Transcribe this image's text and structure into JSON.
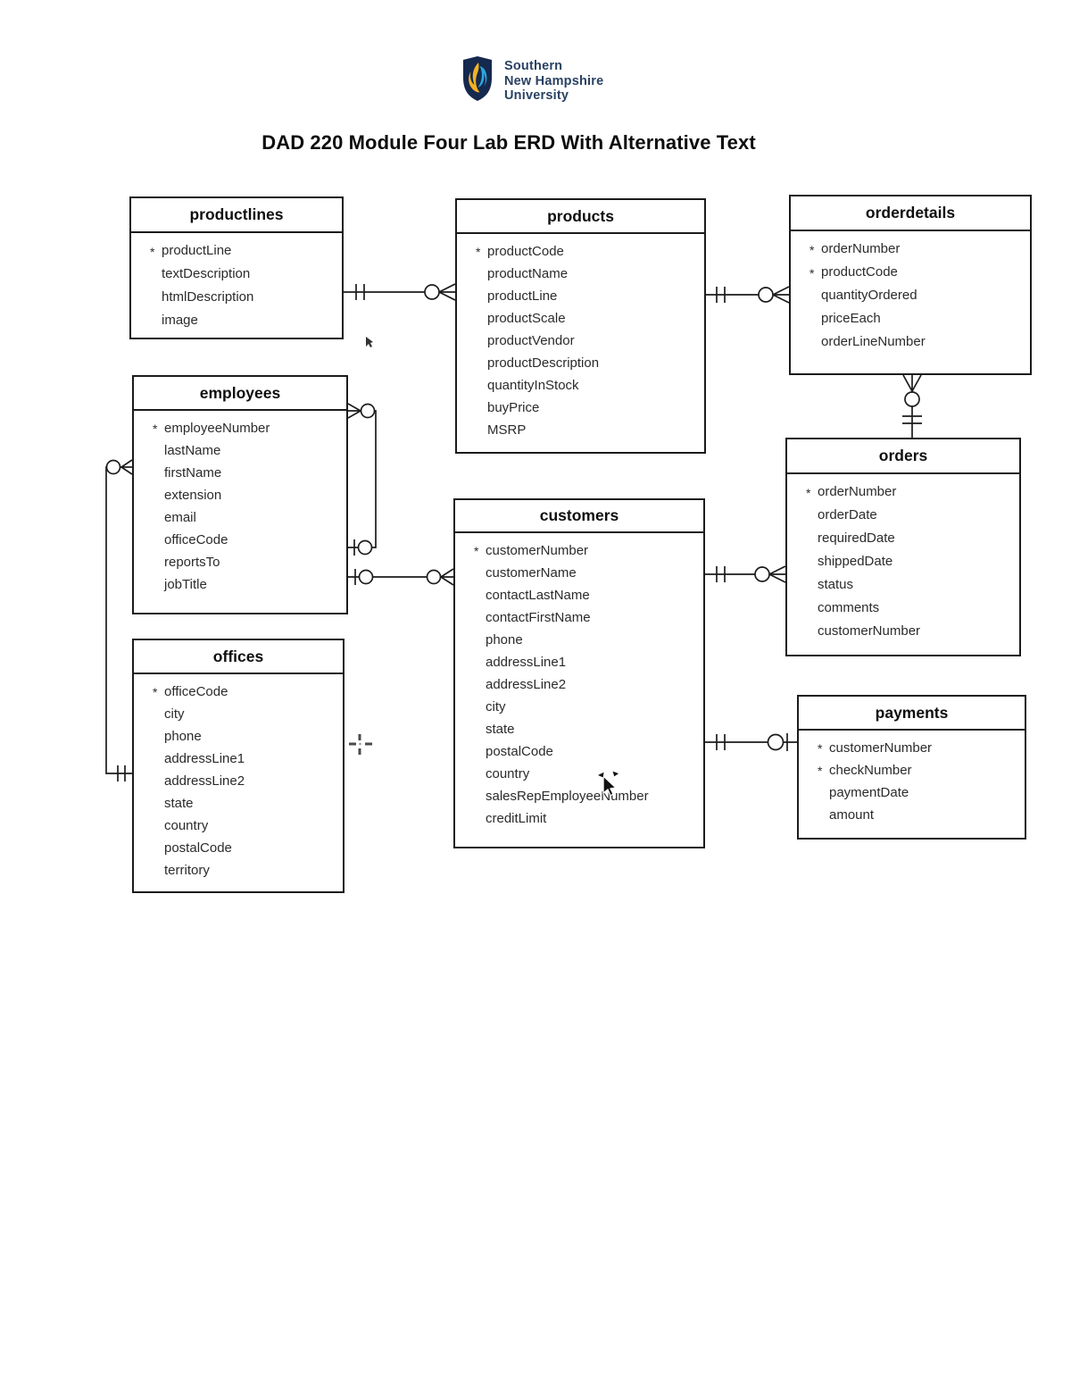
{
  "page": {
    "title": "DAD 220 Module Four Lab ERD With Alternative Text"
  },
  "logo": {
    "line1": "Southern",
    "line2": "New Hampshire",
    "line3": "University"
  },
  "colors": {
    "line": "#1c1c1c",
    "shield_navy": "#15294e",
    "logo_text_navy": "#2a4263",
    "flame_yellow": "#f4b223",
    "flame_blue": "#29a8e0"
  },
  "entities": [
    {
      "title": "productlines",
      "fields": [
        {
          "prefix": "*",
          "name": "productLine"
        },
        {
          "prefix": "",
          "name": "textDescription"
        },
        {
          "prefix": "",
          "name": "htmlDescription"
        },
        {
          "prefix": "",
          "name": "image"
        }
      ]
    },
    {
      "title": "products",
      "fields": [
        {
          "prefix": "*",
          "name": "productCode"
        },
        {
          "prefix": "",
          "name": "productName"
        },
        {
          "prefix": "",
          "name": "productLine"
        },
        {
          "prefix": "",
          "name": "productScale"
        },
        {
          "prefix": "",
          "name": "productVendor"
        },
        {
          "prefix": "",
          "name": "productDescription"
        },
        {
          "prefix": "",
          "name": "quantityInStock"
        },
        {
          "prefix": "",
          "name": "buyPrice"
        },
        {
          "prefix": "",
          "name": "MSRP"
        }
      ]
    },
    {
      "title": "orderdetails",
      "fields": [
        {
          "prefix": "*",
          "name": "orderNumber"
        },
        {
          "prefix": "*",
          "name": "productCode"
        },
        {
          "prefix": "",
          "name": "quantityOrdered"
        },
        {
          "prefix": "",
          "name": "priceEach"
        },
        {
          "prefix": "",
          "name": "orderLineNumber"
        }
      ]
    },
    {
      "title": "employees",
      "fields": [
        {
          "prefix": "*",
          "name": "employeeNumber"
        },
        {
          "prefix": "",
          "name": "lastName"
        },
        {
          "prefix": "",
          "name": "firstName"
        },
        {
          "prefix": "",
          "name": "extension"
        },
        {
          "prefix": "",
          "name": "email"
        },
        {
          "prefix": "",
          "name": "officeCode"
        },
        {
          "prefix": "",
          "name": "reportsTo"
        },
        {
          "prefix": "",
          "name": "jobTitle"
        }
      ]
    },
    {
      "title": "customers",
      "fields": [
        {
          "prefix": "*",
          "name": "customerNumber"
        },
        {
          "prefix": "",
          "name": "customerName"
        },
        {
          "prefix": "",
          "name": "contactLastName"
        },
        {
          "prefix": "",
          "name": "contactFirstName"
        },
        {
          "prefix": "",
          "name": "phone"
        },
        {
          "prefix": "",
          "name": "addressLine1"
        },
        {
          "prefix": "",
          "name": "addressLine2"
        },
        {
          "prefix": "",
          "name": "city"
        },
        {
          "prefix": "",
          "name": "state"
        },
        {
          "prefix": "",
          "name": "postalCode"
        },
        {
          "prefix": "",
          "name": "country"
        },
        {
          "prefix": "",
          "name": "salesRepEmployeeNumber"
        },
        {
          "prefix": "",
          "name": "creditLimit"
        }
      ]
    },
    {
      "title": "orders",
      "fields": [
        {
          "prefix": "*",
          "name": "orderNumber"
        },
        {
          "prefix": "",
          "name": "orderDate"
        },
        {
          "prefix": "",
          "name": "requiredDate"
        },
        {
          "prefix": "",
          "name": "shippedDate"
        },
        {
          "prefix": "",
          "name": "status"
        },
        {
          "prefix": "",
          "name": "comments"
        },
        {
          "prefix": "",
          "name": "customerNumber"
        }
      ]
    },
    {
      "title": "offices",
      "fields": [
        {
          "prefix": "*",
          "name": "officeCode"
        },
        {
          "prefix": "",
          "name": "city"
        },
        {
          "prefix": "",
          "name": "phone"
        },
        {
          "prefix": "",
          "name": "addressLine1"
        },
        {
          "prefix": "",
          "name": "addressLine2"
        },
        {
          "prefix": "",
          "name": "state"
        },
        {
          "prefix": "",
          "name": "country"
        },
        {
          "prefix": "",
          "name": "postalCode"
        },
        {
          "prefix": "",
          "name": "territory"
        }
      ]
    },
    {
      "title": "payments",
      "fields": [
        {
          "prefix": "*",
          "name": "customerNumber"
        },
        {
          "prefix": "*",
          "name": "checkNumber"
        },
        {
          "prefix": "",
          "name": "paymentDate"
        },
        {
          "prefix": "",
          "name": "amount"
        }
      ]
    }
  ],
  "relationships": [
    {
      "from": "productlines",
      "from_end": "one-and-only-one",
      "to": "products",
      "to_end": "zero-or-many"
    },
    {
      "from": "products",
      "from_end": "one-and-only-one",
      "to": "orderdetails",
      "to_end": "zero-or-many"
    },
    {
      "from": "orders",
      "from_end": "one-and-only-one",
      "to": "orderdetails",
      "to_end": "zero-or-many"
    },
    {
      "from": "customers",
      "from_end": "one-and-only-one",
      "to": "orders",
      "to_end": "zero-or-many"
    },
    {
      "from": "customers",
      "from_end": "one-and-only-one",
      "to": "payments",
      "to_end": "zero-or-one"
    },
    {
      "from": "employees",
      "from_end": "zero-or-one",
      "to": "employees",
      "to_end": "zero-or-many"
    },
    {
      "from": "employees",
      "from_end": "zero-or-one",
      "to": "customers",
      "to_end": "zero-or-many"
    },
    {
      "from": "offices",
      "from_end": "one-and-only-one",
      "to": "employees",
      "to_end": "zero-or-many"
    }
  ]
}
